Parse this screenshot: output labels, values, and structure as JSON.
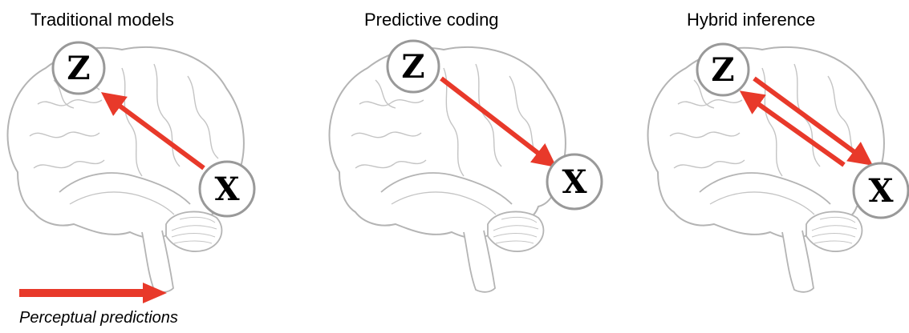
{
  "panels": [
    {
      "title": "Traditional models",
      "latent_label": "Z",
      "observed_label": "X",
      "arrows": [
        "X → Z"
      ]
    },
    {
      "title": "Predictive coding",
      "latent_label": "Z",
      "observed_label": "X",
      "arrows": [
        "Z → X"
      ]
    },
    {
      "title": "Hybrid inference",
      "latent_label": "Z",
      "observed_label": "X",
      "arrows": [
        "Z → X",
        "X → Z"
      ]
    }
  ],
  "legend": {
    "label": "Perceptual predictions",
    "color": "#e8392a"
  },
  "colors": {
    "arrow": "#e8392a",
    "node_stroke": "#999999",
    "brain_stroke": "#b4b4b4"
  },
  "icons": [
    "brain-outline-icon"
  ]
}
